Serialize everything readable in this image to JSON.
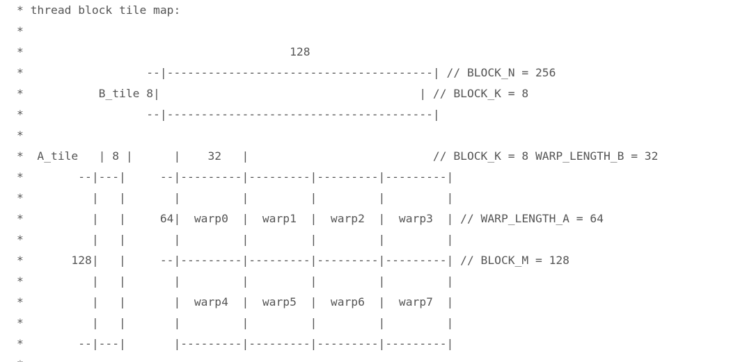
{
  "code": {
    "lines": [
      "* thread block tile map:",
      "*",
      "*                                       128",
      "*                  --|---------------------------------------| // BLOCK_N = 256",
      "*           B_tile 8|                                      | // BLOCK_K = 8",
      "*                  --|---------------------------------------|",
      "*",
      "*  A_tile   | 8 |      |    32   |                           // BLOCK_K = 8 WARP_LENGTH_B = 32",
      "*        --|---|     --|---------|---------|---------|---------|",
      "*          |   |       |         |         |         |         |",
      "*          |   |     64|  warp0  |  warp1  |  warp2  |  warp3  | // WARP_LENGTH_A = 64",
      "*          |   |       |         |         |         |         |",
      "*       128|   |     --|---------|---------|---------|---------| // BLOCK_M = 128",
      "*          |   |       |         |         |         |         |",
      "*          |   |       |  warp4  |  warp5  |  warp6  |  warp7  |",
      "*          |   |       |         |         |         |         |",
      "*        --|---|       |---------|---------|---------|---------|",
      "*"
    ]
  }
}
